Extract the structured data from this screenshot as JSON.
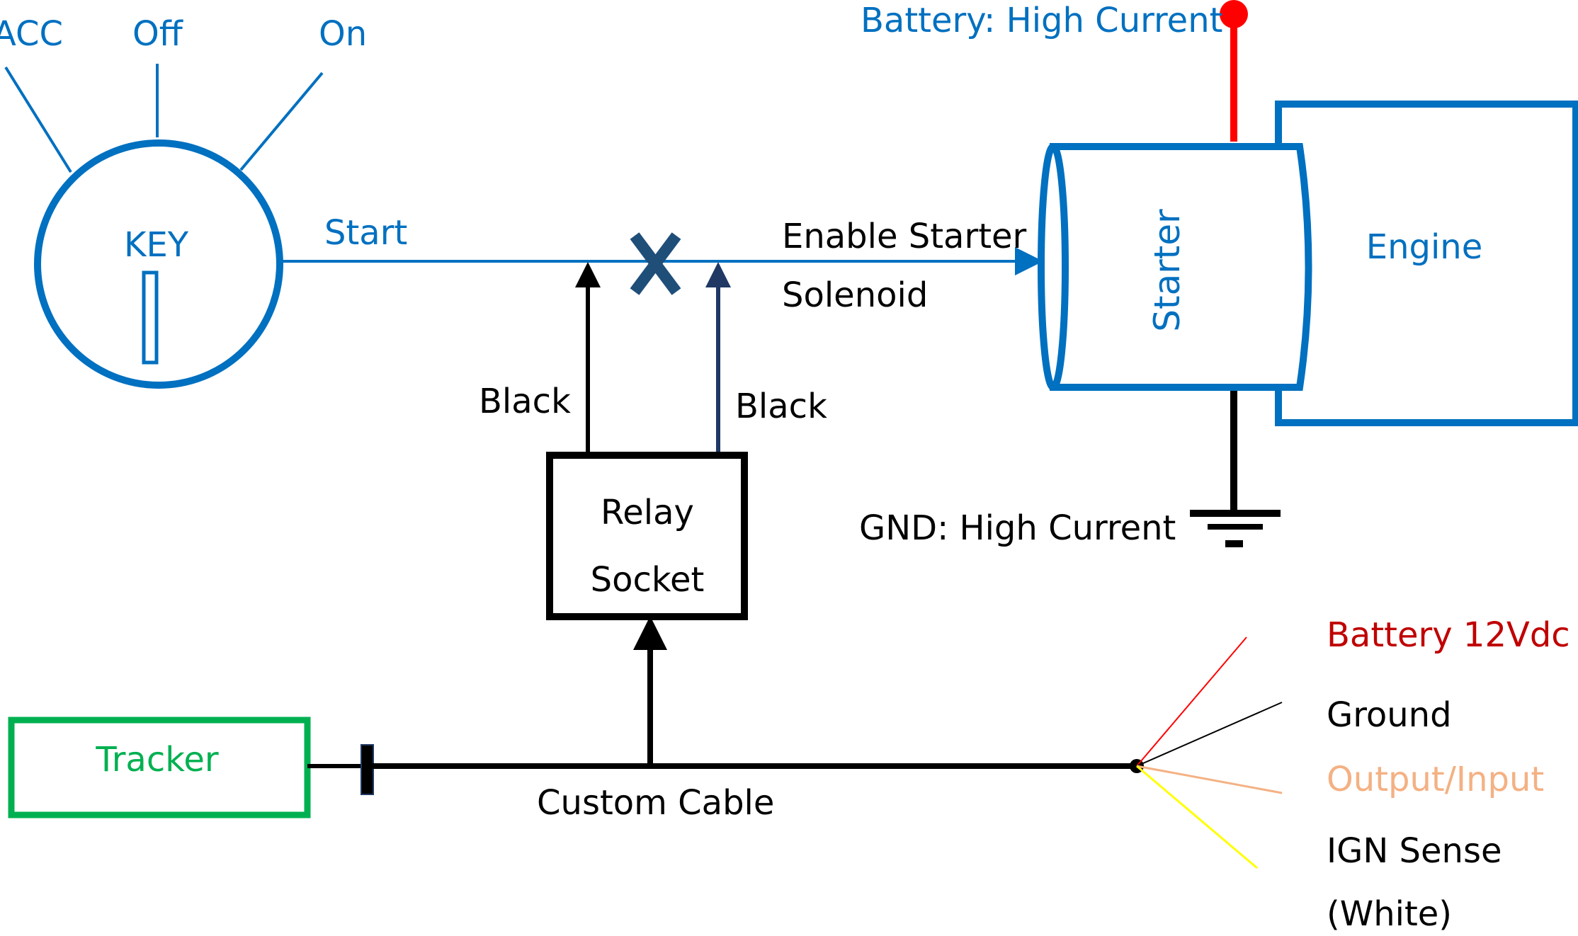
{
  "key": {
    "acc_label": "ACC",
    "off_label": "Off",
    "on_label": "On",
    "key_label": "KEY",
    "start_label": "Start"
  },
  "starter": {
    "enable_line1": "Enable Starter",
    "enable_line2": "Solenoid",
    "starter_label": "Starter",
    "engine_label": "Engine",
    "battery_label": "Battery: High Current",
    "ground_label": "GND: High Current"
  },
  "relay": {
    "left_wire_label": "Black",
    "right_wire_label": "Black",
    "box_line1": "Relay",
    "box_line2": "Socket"
  },
  "tracker": {
    "label": "Tracker",
    "cable_label": "Custom Cable"
  },
  "wires": {
    "battery": "Battery 12Vdc",
    "ground": "Ground",
    "output": "Output/Input",
    "ign_line1": "IGN Sense",
    "ign_line2": "(White)"
  },
  "colors": {
    "accent_blue": "#0070C0",
    "cut_mark": "#1F4E79",
    "tracker_green": "#00B050",
    "battery_red": "#C00000",
    "output_orange": "#F4B183",
    "wire_red": "#FF0000",
    "wire_yellow": "#FFFF00"
  }
}
